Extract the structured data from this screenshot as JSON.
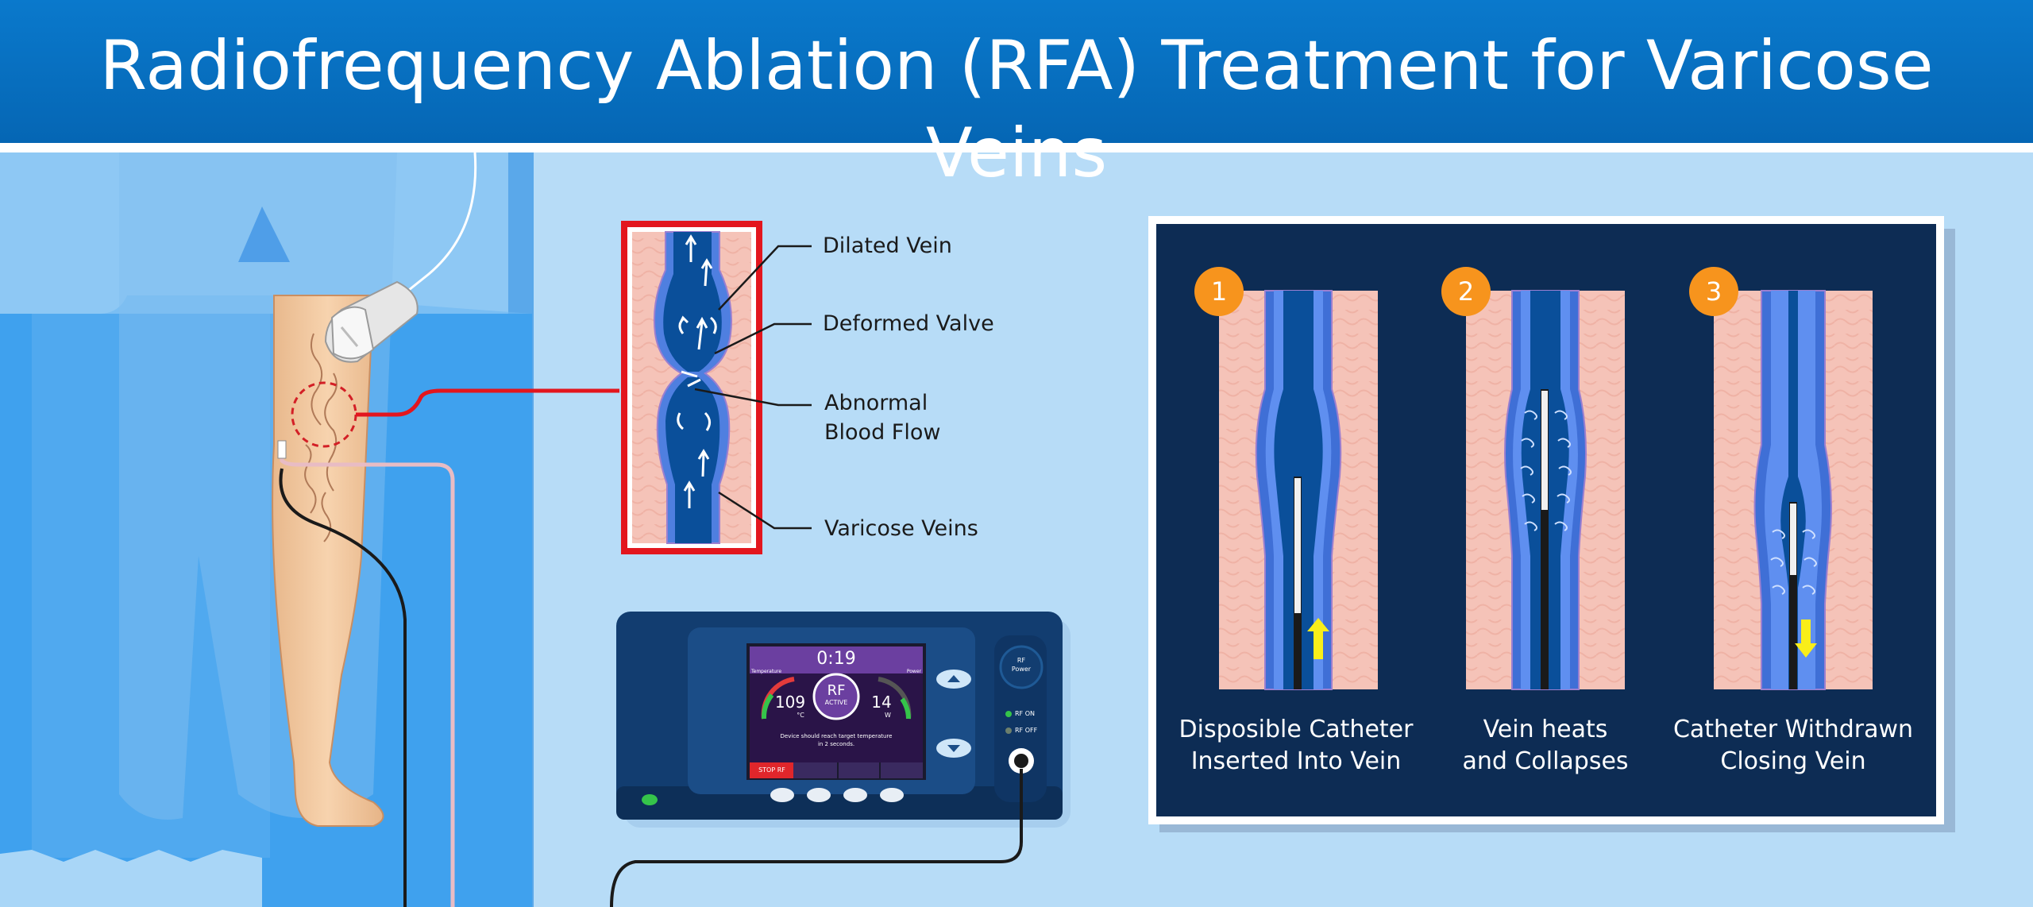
{
  "title": "Radiofrequency Ablation (RFA) Treatment for Varicose Veins",
  "callout_labels": {
    "dilated_vein": "Dilated Vein",
    "deformed_valve": "Deformed Valve",
    "abnormal_flow_line1": "Abnormal",
    "abnormal_flow_line2": "Blood Flow",
    "varicose_veins": "Varicose Veins"
  },
  "steps": [
    {
      "number": "1",
      "caption_line1": "Disposible Catheter",
      "caption_line2": "Inserted Into Vein"
    },
    {
      "number": "2",
      "caption_line1": "Vein heats",
      "caption_line2": "and Collapses"
    },
    {
      "number": "3",
      "caption_line1": "Catheter Withdrawn",
      "caption_line2": "Closing Vein"
    }
  ],
  "device": {
    "timer": "0:19",
    "rf_label": "RF",
    "active_label": "ACTIVE",
    "temperature_label": "Temperature",
    "power_label": "Power",
    "temperature_value": "109",
    "temperature_unit": "°C",
    "power_value": "14",
    "power_unit": "W",
    "message_line1": "Device should reach target temperature",
    "message_line2": "in 2 seconds.",
    "stop_button": "STOP RF",
    "rf_power_line1": "RF",
    "rf_power_line2": "Power",
    "rf_on": "RF ON",
    "rf_off": "RF OFF"
  },
  "colors": {
    "header_blue": "#0566b4",
    "background": "#b7dcf7",
    "panel_navy": "#0d2c54",
    "vein_blue": "#3f6fd6",
    "tissue_pink": "#f5c3b8",
    "callout_red": "#e3161e",
    "badge_orange": "#f7941d",
    "arrow_yellow": "#f9ee19"
  }
}
